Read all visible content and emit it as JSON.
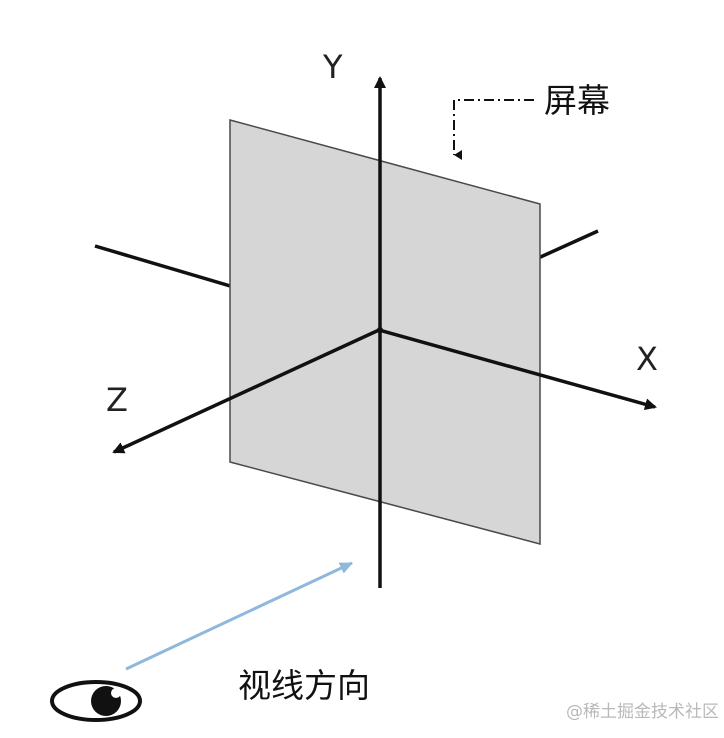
{
  "axes": {
    "x_label": "X",
    "y_label": "Y",
    "z_label": "Z"
  },
  "screen": {
    "label": "屏幕",
    "fill_color": "#d6d6d6",
    "stroke_color": "#4a4a4a"
  },
  "view": {
    "label": "视线方向",
    "arrow_color": "#8fb8dc",
    "eye_icon": "eye-icon"
  },
  "watermark": {
    "text": "@稀土掘金技术社区"
  },
  "colors": {
    "axis": "#111111",
    "background": "#ffffff"
  }
}
